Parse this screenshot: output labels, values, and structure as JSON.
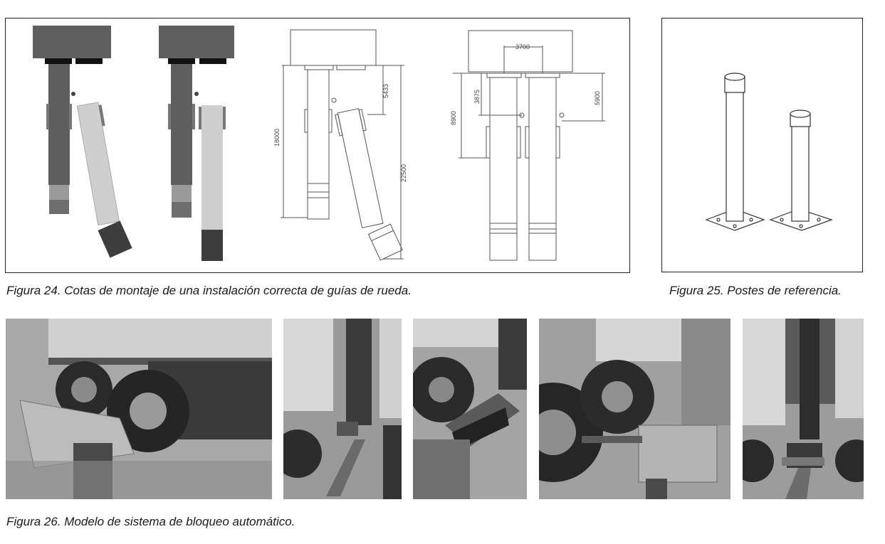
{
  "figure24": {
    "caption": "Figura 24. Cotas de montaje de una instalación correcta de guías de rueda.",
    "dimensions": {
      "d5433": "5433",
      "d18000": "18000",
      "d22500": "22500",
      "d3700": "3700",
      "d3875": "3875",
      "d8900": "8900",
      "d5900": "5900"
    }
  },
  "figure25": {
    "caption": "Figura 25. Postes de referencia."
  },
  "figure26": {
    "caption": "Figura 26. Modelo de sistema de bloqueo automático."
  }
}
